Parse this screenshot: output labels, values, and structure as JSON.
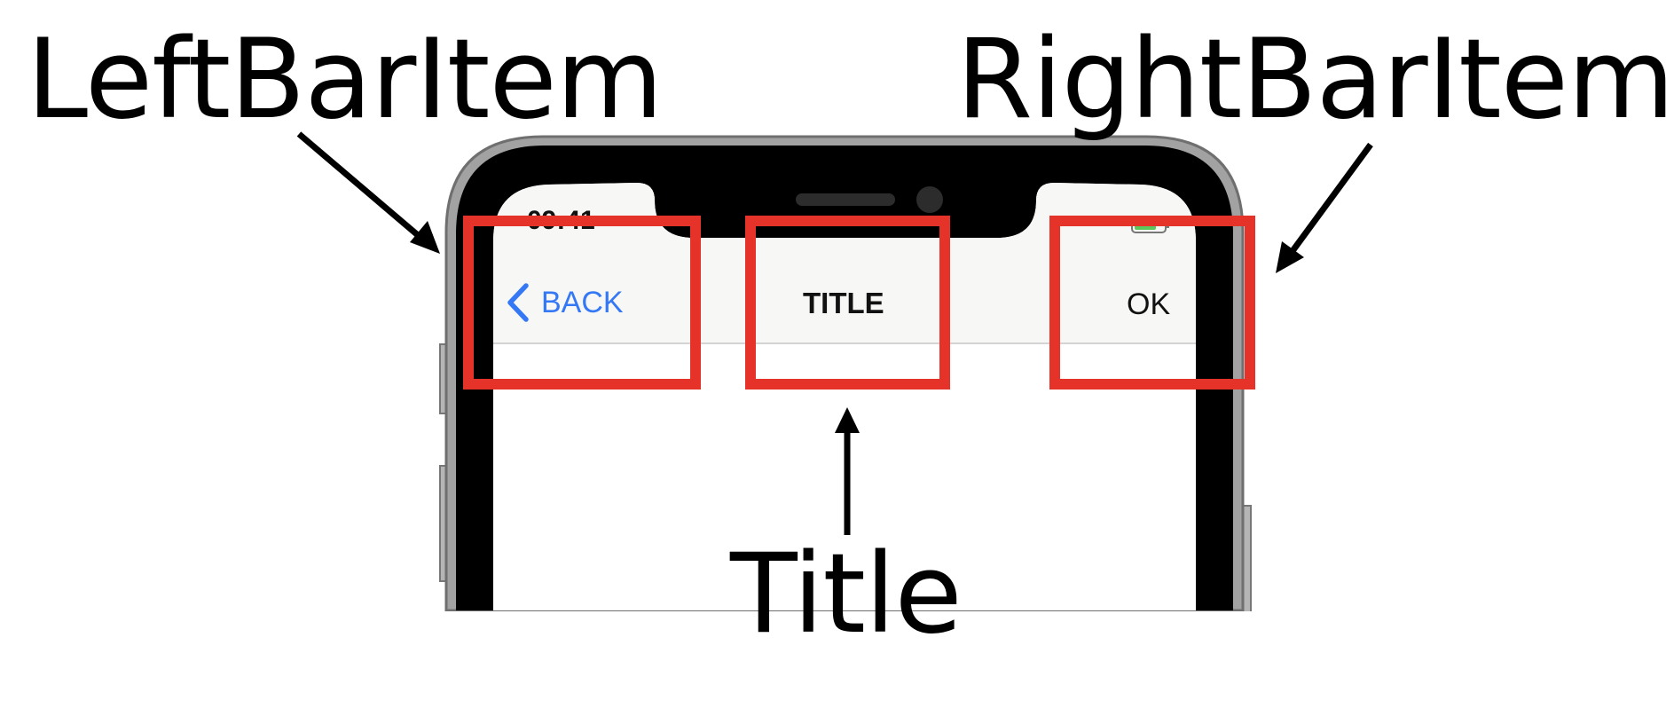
{
  "callouts": {
    "left": "LeftBarItem",
    "right": "RightBarItem",
    "title": "Title"
  },
  "status_bar": {
    "time": "09:41"
  },
  "nav_bar": {
    "back_label": "BACK",
    "title": "TITLE",
    "right_label": "OK"
  },
  "colors": {
    "highlight": "#e5332a",
    "accent": "#3478f6",
    "nav_background": "#f7f7f5",
    "phone_bezel": "#000000",
    "phone_frame": "#9a9a9a"
  }
}
